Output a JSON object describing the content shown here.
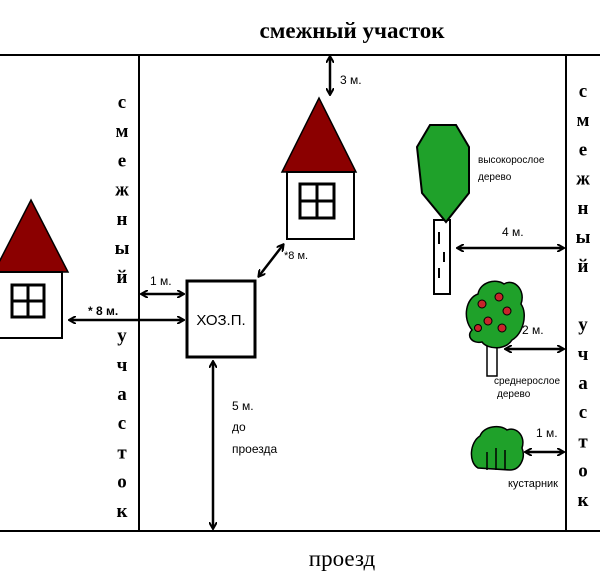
{
  "labels": {
    "top_neighbor": "смежный участок",
    "bottom_road": "проезд",
    "left_neighbor": [
      "с",
      "м",
      "е",
      "ж",
      "н",
      "ы",
      "й",
      "",
      "у",
      "ч",
      "а",
      "с",
      "т",
      "о",
      "к"
    ],
    "right_neighbor": [
      "с",
      "м",
      "е",
      "ж",
      "н",
      "ы",
      "й",
      "",
      "у",
      "ч",
      "а",
      "с",
      "т",
      "о",
      "к"
    ],
    "shed": "ХОЗ.П.",
    "tall_tree": [
      "высокорослое",
      "дерево"
    ],
    "medium_tree": [
      "среднерослое",
      "дерево"
    ],
    "shrub": "кустарник"
  },
  "dimensions": {
    "house_to_neighbor": "3 м.",
    "house_to_shed": "*8 м.",
    "shed_to_fence": "1 м.",
    "house_left_to_shed": "* 8 м.",
    "shed_to_road": [
      "5 м.",
      "до",
      "проезда"
    ],
    "tall_tree_to_fence": "4 м.",
    "medium_tree_to_fence": "2 м.",
    "shrub_to_fence": "1 м."
  },
  "colors": {
    "roof": "#8b0000",
    "tree_green": "#1fa12a",
    "fruit_red": "#c8242b",
    "line": "#000000"
  }
}
